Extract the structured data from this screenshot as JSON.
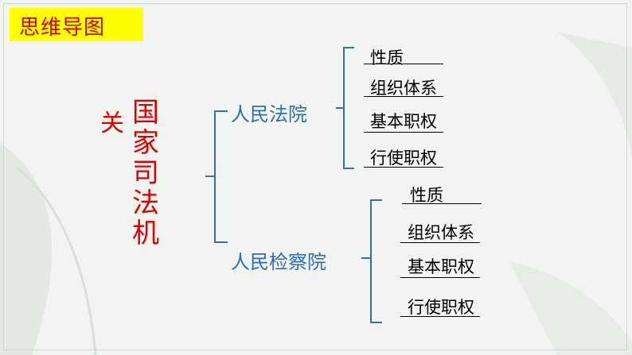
{
  "title": "思维导图",
  "topic": {
    "prefix": "关",
    "main": "国家司法机"
  },
  "branches": [
    {
      "label": "人民法院",
      "leaves": [
        "性质",
        "组织体系",
        "基本职权",
        "行使职权"
      ]
    },
    {
      "label": "人民检察院",
      "leaves": [
        "性质",
        "组织体系",
        "基本职权",
        "行使职权"
      ]
    }
  ],
  "colors": {
    "title_bg": "#ffff00",
    "title_text": "#d40000",
    "topic": "#e00000",
    "branch": "#2f6db1",
    "bracket": "#3b6ea5"
  }
}
